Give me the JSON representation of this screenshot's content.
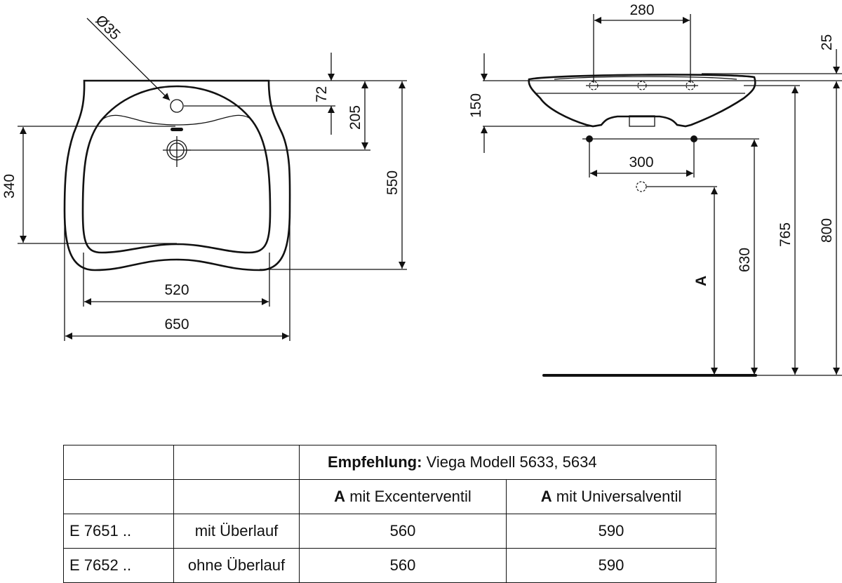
{
  "top_view": {
    "diameter_label": "Ø35",
    "dims": {
      "tap_hole_depth": "72",
      "drain_depth": "205",
      "depth_total": "550",
      "basin_depth": "340",
      "basin_width": "520",
      "total_width": "650"
    }
  },
  "side_view": {
    "dims": {
      "tap_spacing": "280",
      "rim": "25",
      "height": "150",
      "fixing_spacing": "300",
      "A": "A",
      "fixing_height": "630",
      "underside_height": "765",
      "rim_height": "800"
    }
  },
  "table": {
    "header_bold": "Empfehlung:",
    "header_text": "Viega Modell 5633, 5634",
    "col3_bold": "A",
    "col3_text": "mit Excenterventil",
    "col4_bold": "A",
    "col4_text": "mit Universalventil",
    "rows": [
      {
        "model": "E 7651 ..",
        "variant": "mit Überlauf",
        "excenter": "560",
        "universal": "590"
      },
      {
        "model": "E 7652 ..",
        "variant": "ohne Überlauf",
        "excenter": "560",
        "universal": "590"
      }
    ]
  }
}
